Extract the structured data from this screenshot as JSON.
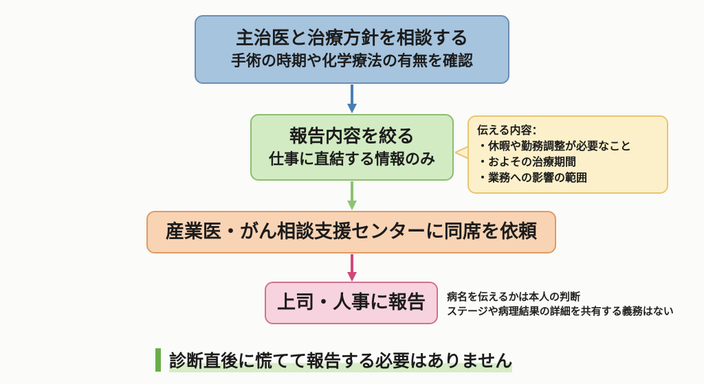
{
  "steps": [
    {
      "title": "主治医と治療方針を相談する",
      "sub": "手術の時期や化学療法の有無を確認"
    },
    {
      "title": "報告内容を絞る",
      "sub": "仕事に直結する情報のみ"
    },
    {
      "title": "産業医・がん相談支援センターに同席を依頼"
    },
    {
      "title": "上司・人事に報告"
    }
  ],
  "callout": {
    "title": "伝える内容：",
    "items": [
      "・休暇や勤務調整が必要なこと",
      "・およその治療期間",
      "・業務への影響の範囲"
    ]
  },
  "note": {
    "line1": "病名を伝えるかは本人の判断",
    "line2": "ステージや病理結果の詳細を共有する義務はない"
  },
  "footer": "診断直後に慌てて報告する必要はありません",
  "colors": {
    "arrow1": "#4a7db0",
    "arrow2": "#8cc36e",
    "arrow3": "#d0487a"
  }
}
